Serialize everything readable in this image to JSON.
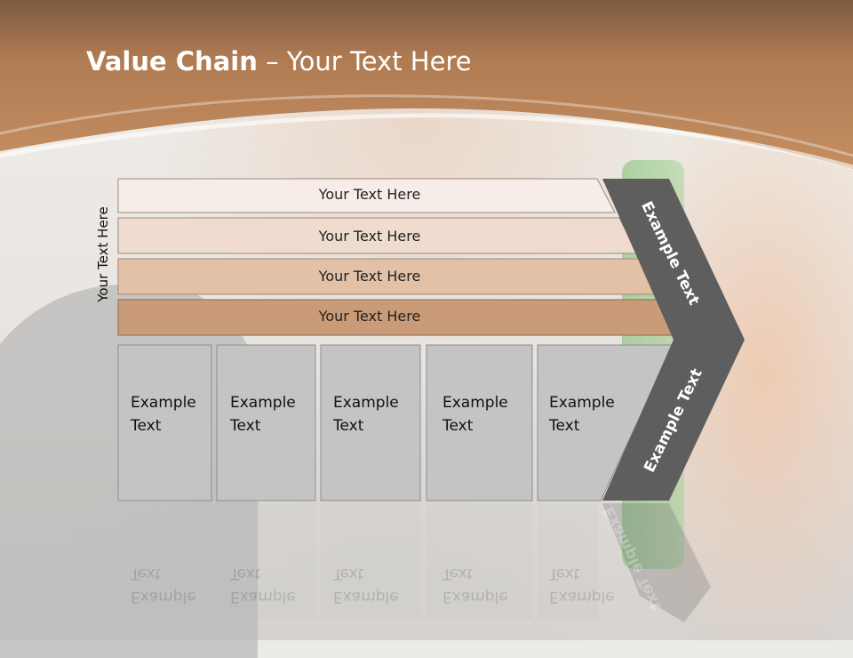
{
  "slide": {
    "title_bold": "Value Chain",
    "title_rest": " – Your Text Here",
    "side_label": "Your Text Here"
  },
  "bars": [
    {
      "label": "Your Text Here",
      "color": "#f7ede8"
    },
    {
      "label": "Your Text Here",
      "color": "#efdccf"
    },
    {
      "label": "Your Text Here",
      "color": "#e2c1a7"
    },
    {
      "label": "Your Text Here",
      "color": "#c99b79"
    }
  ],
  "activities": [
    {
      "line1": "Example",
      "line2": "Text"
    },
    {
      "line1": "Example",
      "line2": "Text"
    },
    {
      "line1": "Example",
      "line2": "Text"
    },
    {
      "line1": "Example",
      "line2": "Text"
    },
    {
      "line1": "Example",
      "line2": "Text"
    }
  ],
  "chevron": {
    "top_label": "Example Text",
    "bottom_label": "Example Text",
    "color": "#5e5e5e"
  },
  "colors": {
    "header_brown": "#a8744c",
    "cell_gray": "#c4c4c4"
  }
}
